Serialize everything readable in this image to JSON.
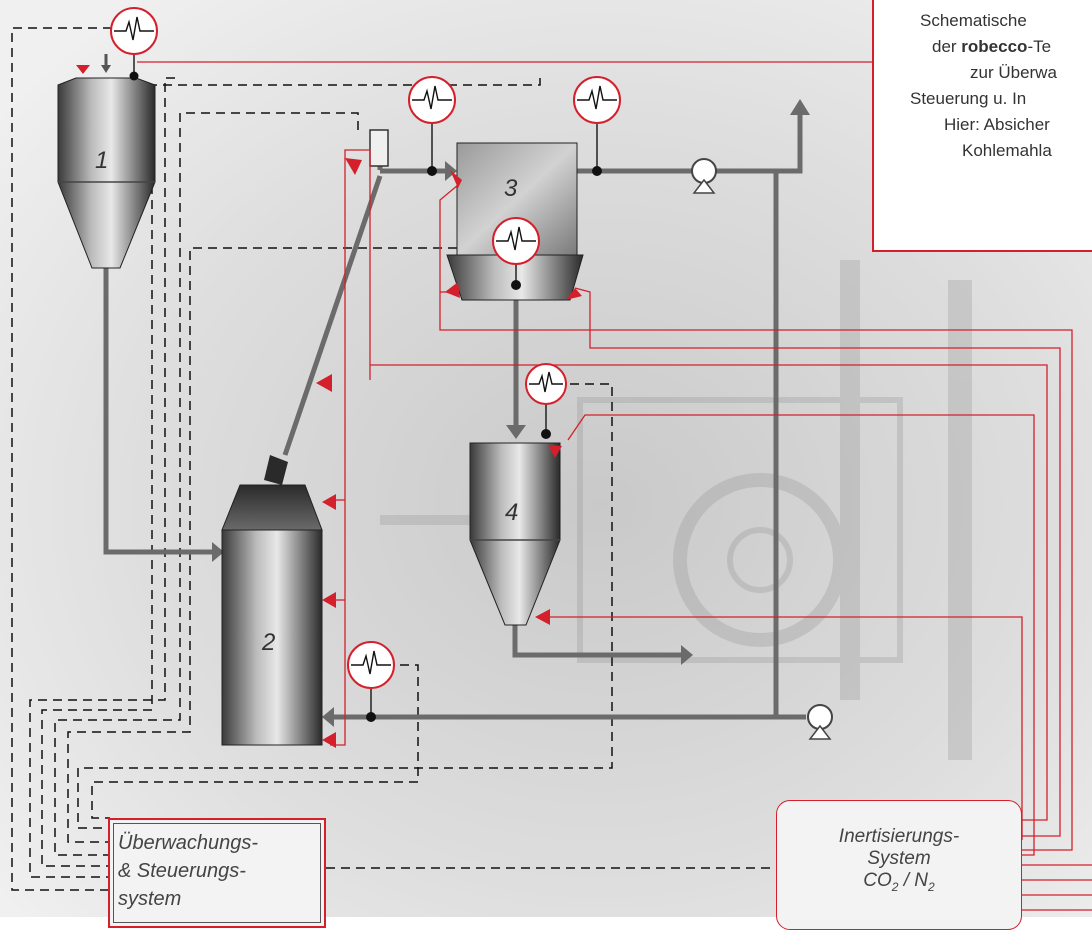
{
  "caption": {
    "line1": "Schematische",
    "line2_pre": "der ",
    "line2_brand": "robecco",
    "line2_post": "-Te",
    "line3": "zur Überwa",
    "line4": "Steuerung u. In",
    "line5": "Hier: Absicher",
    "line6": "Kohlemahla"
  },
  "units": {
    "u1": "1",
    "u2": "2",
    "u3": "3",
    "u4": "4"
  },
  "control_system": {
    "line1": "Überwachungs-",
    "line2": "& Steuerungs-",
    "line3": "system"
  },
  "inerting_system": {
    "line1": "Inertisierungs-",
    "line2": "System",
    "line3_co": "CO",
    "line3_sub1": "2",
    "line3_mid": " / N",
    "line3_sub2": "2"
  },
  "colors": {
    "signal_red": "#d4202c",
    "pipe_gray": "#6b6b6b",
    "control_dashed": "#111111"
  },
  "icons": [
    "pressure-sensor-icon",
    "pump-icon",
    "injection-arrow-icon"
  ]
}
